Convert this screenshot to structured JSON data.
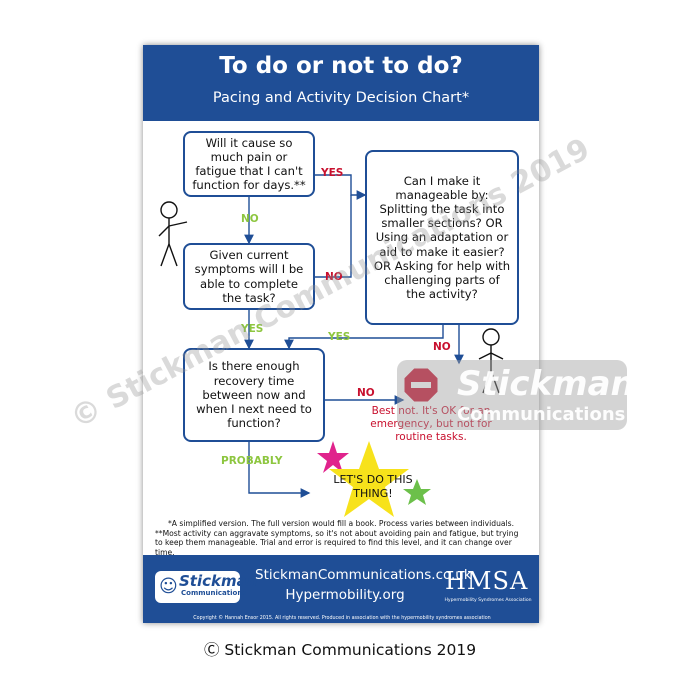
{
  "header": {
    "title": "To do or not to do?",
    "subtitle": "Pacing and Activity Decision Chart*"
  },
  "flowchart": {
    "box1": "Will it cause so much pain or fatigue that I can't function for days.**",
    "box2": "Given current symptoms will I be able to complete the task?",
    "box3": "Can I make it manageable by: Splitting the task into smaller sections? OR Using an adaptation or aid to make it easier? OR Asking for help with challenging parts of the activity?",
    "box4": "Is there enough recovery time between now and when I next need to function?",
    "label_yes_1": "YES",
    "label_no_1": "NO",
    "label_no_2": "NO",
    "label_yes_2": "YES",
    "label_yes_3": "YES",
    "label_no_3": "NO",
    "label_no_4": "NO",
    "label_probably": "PROBABLY",
    "best_not": "Best not. It's OK for an emergency, but not for routine tasks.",
    "star_text": "LET'S DO THIS THING!"
  },
  "footnotes": {
    "note1": "*A simplified version. The full version would fill a book. Process varies between individuals.",
    "note2": "**Most activity can aggravate symptoms, so it's not about avoiding pain and fatigue, but trying to keep them manageable. Trial and error is required to find this level, and it can change over time."
  },
  "footer": {
    "logo_main": "Stickman",
    "logo_sub": "Communications",
    "website1": "StickmanCommunications.co.uk",
    "website2": "Hypermobility.org",
    "hmsa": "HMSA",
    "hmsa_sub": "Hypermobility Syndromes Association",
    "copyright": "Copyright © Hannah Ensor 2015. All rights reserved. Produced in association with the hypermobility syndromes association"
  },
  "watermark": {
    "diagonal_text": "© Stickman Communications 2019",
    "logo_main": "Stickman",
    "logo_sub": "Communications"
  },
  "bottom_copyright": "Ⓒ Stickman Communications 2019",
  "colors": {
    "brand_blue": "#1f4e96",
    "yes_red": "#c8102e",
    "no_green": "#8dc63f",
    "star_yellow": "#f7e21b"
  }
}
